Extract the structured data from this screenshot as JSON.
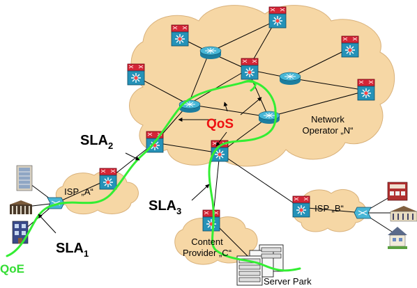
{
  "labels": {
    "network_operator": [
      "Network",
      "Operator „N“"
    ],
    "isp_a": "ISP „A“",
    "isp_b": "ISP „B“",
    "content_provider": [
      "Content",
      "Provider „C“"
    ],
    "server_park": "Server Park",
    "qos": "QoS",
    "qoe": "QoE",
    "sla_main": "SLA",
    "sla1_sub": "1",
    "sla2_sub": "2",
    "sla3_sub": "3"
  },
  "colors": {
    "cloud": "#f6d7a5",
    "cloud_edge": "#c8a470",
    "path": "#33ee33",
    "qos": "#ee1111",
    "qoe": "#33dd33",
    "router": "#2a9fbf",
    "switch_top": "#c8102e",
    "switch_body": "#1f8fb5"
  }
}
